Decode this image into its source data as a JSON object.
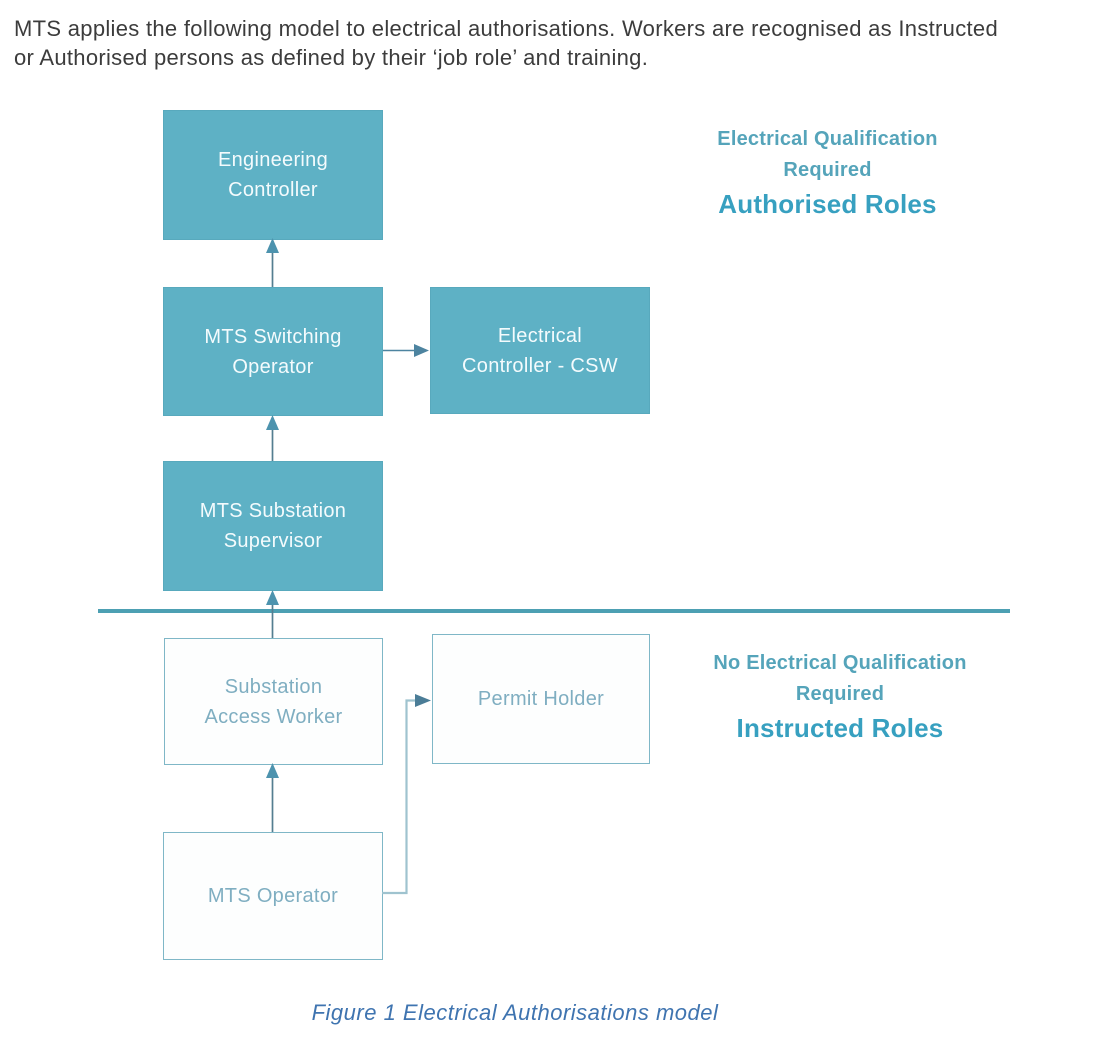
{
  "intro": {
    "lines": [
      "MTS applies the following model to electrical authorisations. Workers are recognised as Instructed",
      "or Authorised persons as defined by their ‘job role’ and training."
    ]
  },
  "diagram": {
    "boxes": [
      {
        "label": "Engineering Controller",
        "lines": [
          "Engineering",
          "Controller"
        ],
        "category": "authorised"
      },
      {
        "label": "MTS Switching Operator",
        "lines": [
          "MTS Switching",
          "Operator"
        ],
        "category": "authorised"
      },
      {
        "label": "Electrical Controller - CSW",
        "lines": [
          "Electrical",
          "Controller - CSW"
        ],
        "category": "authorised"
      },
      {
        "label": "MTS Substation Supervisor",
        "lines": [
          "MTS Substation",
          "Supervisor"
        ],
        "category": "authorised"
      },
      {
        "label": "Substation Access Worker",
        "lines": [
          "Substation",
          "Access Worker"
        ],
        "category": "instructed"
      },
      {
        "label": "Permit Holder",
        "lines": [
          "Permit Holder"
        ],
        "category": "instructed"
      },
      {
        "label": "MTS Operator",
        "lines": [
          "MTS Operator"
        ],
        "category": "instructed"
      }
    ],
    "connections": [
      "MTS Switching Operator -> Engineering Controller",
      "MTS Switching Operator -> Electrical Controller - CSW",
      "MTS Substation Supervisor -> MTS Switching Operator",
      "Substation Access Worker -> MTS Substation Supervisor",
      "MTS Operator -> Substation Access Worker",
      "MTS Operator -> Permit Holder"
    ],
    "legend_authorised": {
      "qualification_line1": "Electrical Qualification",
      "qualification_line2": "Required",
      "role": "Authorised Roles"
    },
    "legend_instructed": {
      "qualification_line1": "No Electrical Qualification",
      "qualification_line2": "Required",
      "role": "Instructed Roles"
    },
    "colors": {
      "box_fill": "#5eb1c5",
      "box_outline": "#7fb7c7",
      "divider": "#4da0b3",
      "legend_heading": "#55a4ba",
      "legend_role": "#37a0c0",
      "arrow_stem": "#547e91",
      "arrow_head": "#4d93ae",
      "elbow_line": "#9fc3cf",
      "caption_text": "#3f74b0",
      "body_text": "#3c3c3c"
    }
  },
  "caption": {
    "text": "Figure 1 Electrical Authorisations model"
  }
}
